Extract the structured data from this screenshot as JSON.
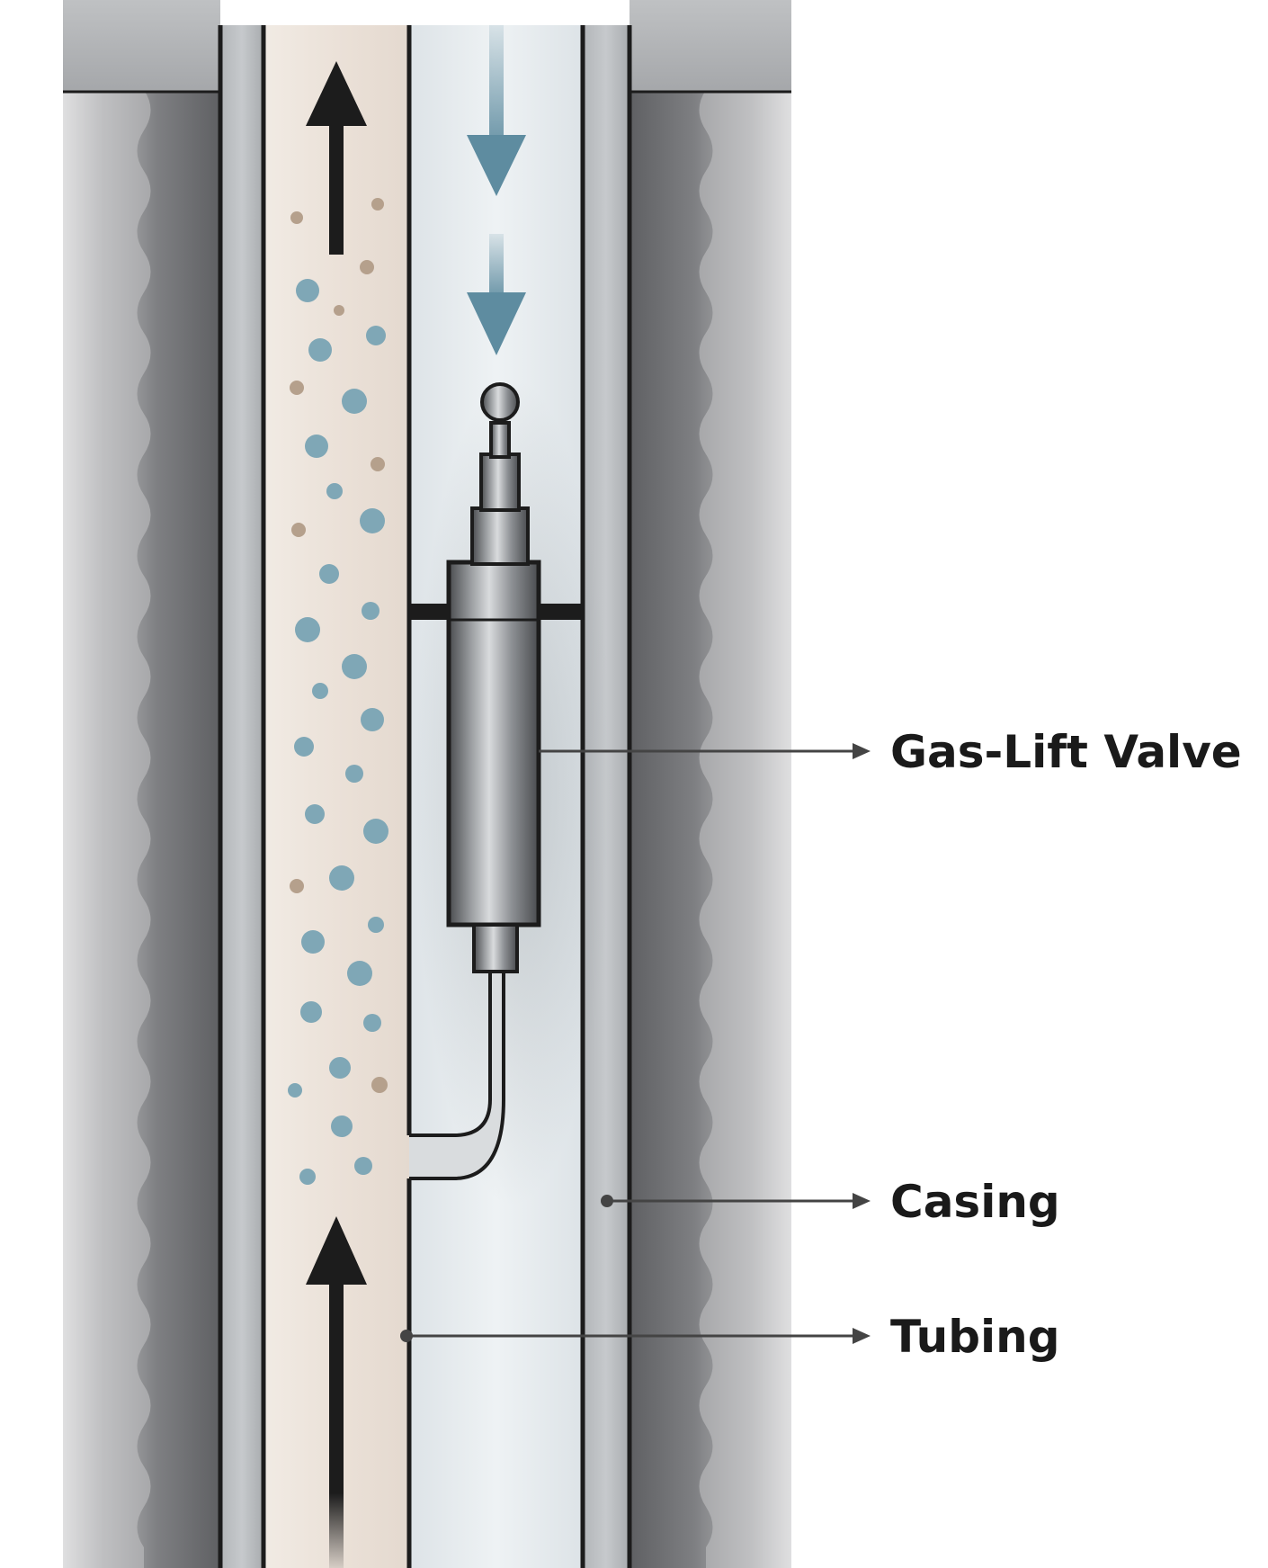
{
  "labels": {
    "gas_lift_valve": "Gas-Lift Valve",
    "casing": "Casing",
    "tubing": "Tubing"
  },
  "colors": {
    "formation_dark": "#6f7073",
    "formation_light": "#d9dadb",
    "casing_wall": "#a9acaf",
    "tubing_fluid": "#ece4dc",
    "annulus_gas": "#e6ebee",
    "gas_arrow": "#5e8ca0",
    "bubble_gas": "#7fa7b6",
    "bubble_sand": "#b5a08c",
    "outline": "#1c1c1c"
  },
  "icons": {
    "flow_up": "arrow-up-icon",
    "gas_down": "arrow-down-icon"
  }
}
